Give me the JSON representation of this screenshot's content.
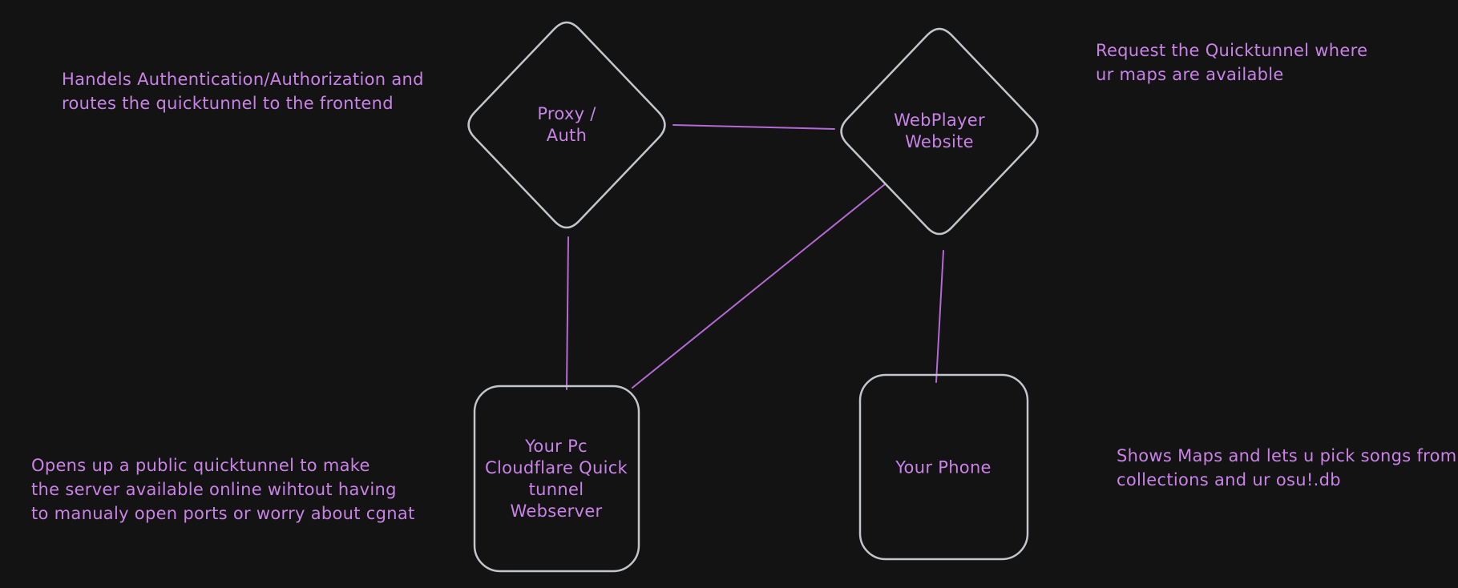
{
  "app": {
    "type": "diagram-canvas"
  },
  "colors": {
    "background": "#131313",
    "node_stroke": "#c2c5c9",
    "edge_stroke": "#b469d4",
    "text": "#c983e6"
  },
  "nodes": [
    {
      "id": "proxy-auth",
      "shape": "diamond",
      "label": "Proxy /\nAuth"
    },
    {
      "id": "webplayer",
      "shape": "diamond",
      "label": "WebPlayer\nWebsite"
    },
    {
      "id": "your-pc",
      "shape": "rounded-rectangle",
      "label": "Your Pc\nCloudflare Quick\ntunnel\nWebserver"
    },
    {
      "id": "your-phone",
      "shape": "rounded-rectangle",
      "label": "Your Phone"
    }
  ],
  "annotations": [
    {
      "id": "proxy-note",
      "text": "Handels Authentication/Authorization and\nroutes the quicktunnel to the frontend"
    },
    {
      "id": "webplayer-note",
      "text": "Request the Quicktunnel where\nur maps are available"
    },
    {
      "id": "pc-note",
      "text": "Opens up a public quicktunnel to make\nthe server available online wihtout having\nto manualy open ports or worry about cgnat"
    },
    {
      "id": "phone-note",
      "text": "Shows Maps and lets u pick songs from\ncollections and ur osu!.db"
    }
  ],
  "edges": [
    {
      "id": "proxy-webplayer",
      "from": "proxy-auth",
      "to": "webplayer"
    },
    {
      "id": "proxy-your-pc",
      "from": "proxy-auth",
      "to": "your-pc"
    },
    {
      "id": "webplayer-your-pc",
      "from": "webplayer",
      "to": "your-pc"
    },
    {
      "id": "webplayer-phone",
      "from": "webplayer",
      "to": "your-phone"
    }
  ]
}
